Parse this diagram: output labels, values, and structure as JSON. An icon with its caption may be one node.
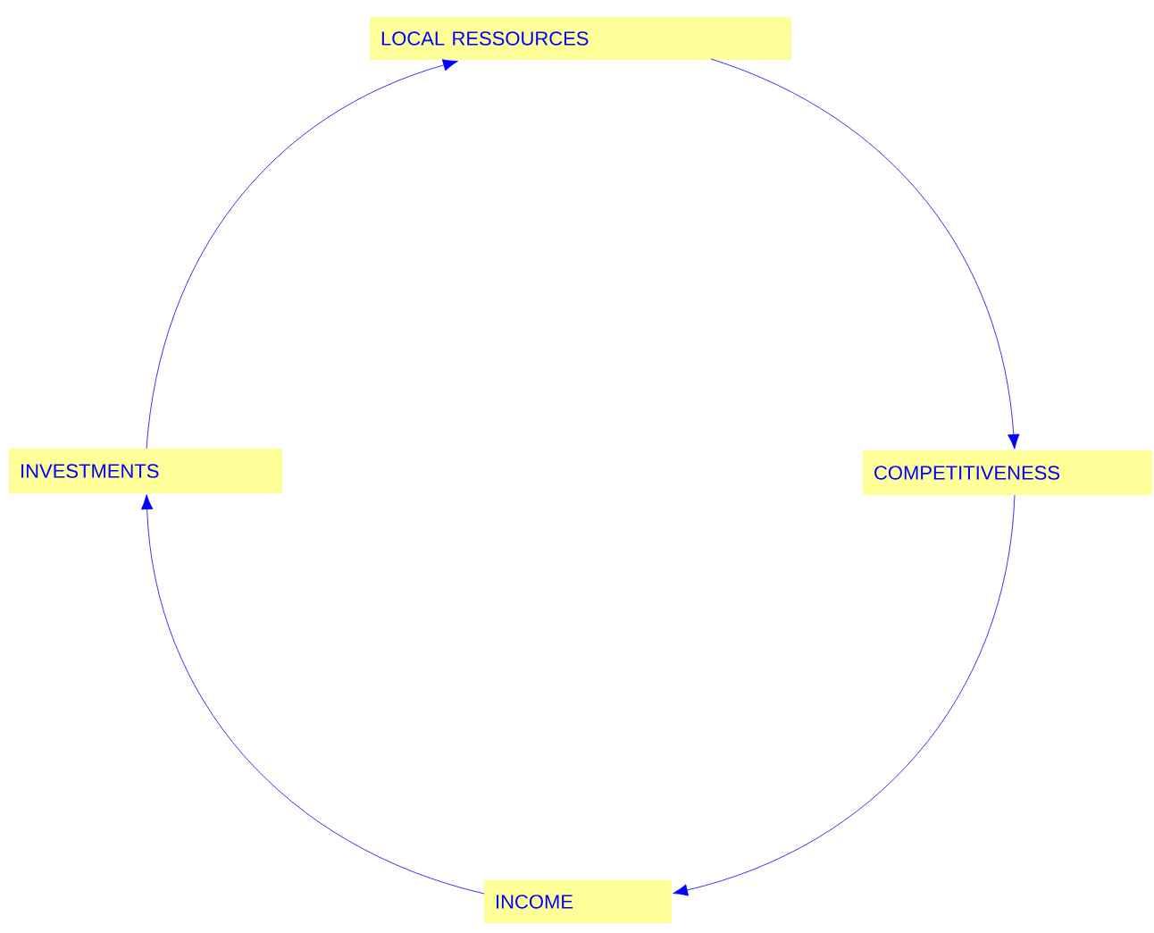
{
  "diagram": {
    "nodes": [
      {
        "text": [
          "LOCAL RESSOURCES"
        ]
      },
      {
        "text": [
          "COMPETITIVENESS"
        ]
      },
      {
        "text": [
          "INCOME"
        ]
      },
      {
        "text": [
          "INVESTMENTS"
        ]
      }
    ],
    "edges": [
      {
        "from": 0,
        "to": 1,
        "arrow": "to"
      },
      {
        "from": 1,
        "to": 2,
        "arrow": "to"
      },
      {
        "from": 2,
        "to": 3,
        "arrow": "to"
      },
      {
        "from": 3,
        "to": 0,
        "arrow": "to"
      }
    ]
  }
}
